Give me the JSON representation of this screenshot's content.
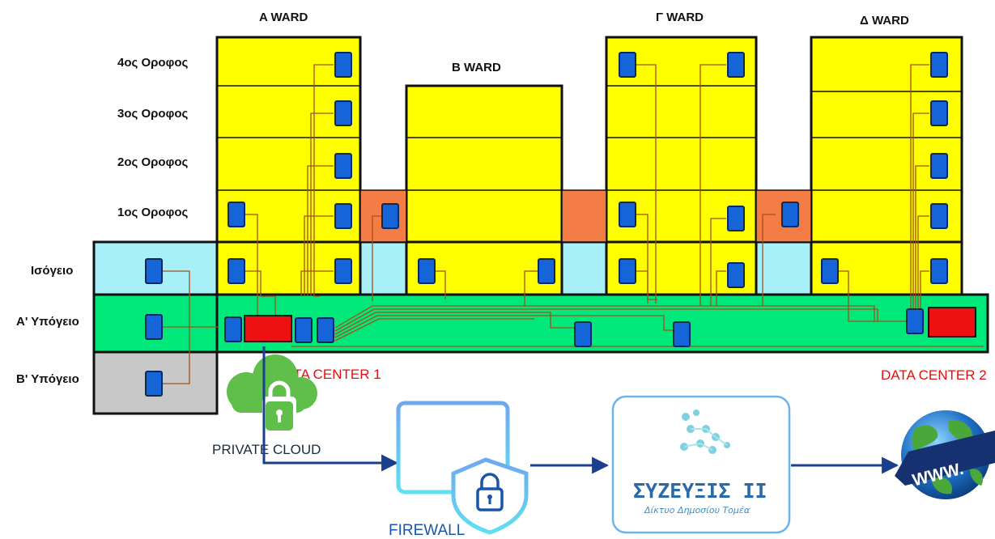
{
  "wards": {
    "a": "A WARD",
    "b": "B WARD",
    "g": "Γ WARD",
    "d": "Δ WARD"
  },
  "floors": {
    "f4": "4ος Οροφος",
    "f3": "3ος Οροφος",
    "f2": "2ος Οροφος",
    "f1": "1ος Οροφος",
    "ground": "Ισόγειο",
    "basement_a": "Α' Υπόγειο",
    "basement_b": "Β' Υπόγειο"
  },
  "data_centers": {
    "dc1": "DATA CENTER 1",
    "dc2": "DATA CENTER 2"
  },
  "services": {
    "private_cloud": "PRIVATE CLOUD",
    "firewall": "FIREWALL",
    "syzefxis_title": "ΣΥΖΕΥΞΙΣ ΙΙ",
    "syzefxis_subtitle": "Δίκτυο Δημοσίου Τομέα",
    "internet_label": "WWW."
  },
  "colors": {
    "floor_yellow": "#ffff00",
    "stair_orange": "#f47c45",
    "ground_cyan": "#a8f0f8",
    "basement_green": "#00e87a",
    "basement_b_gray": "#c8c8c8",
    "switch_blue": "#1565d8",
    "server_red": "#ee1111",
    "cable_brown": "#a0521a",
    "datacenter_red": "#e01010",
    "uplink_blue": "#1a3f8f",
    "cloud_green": "#5fbf4a"
  }
}
